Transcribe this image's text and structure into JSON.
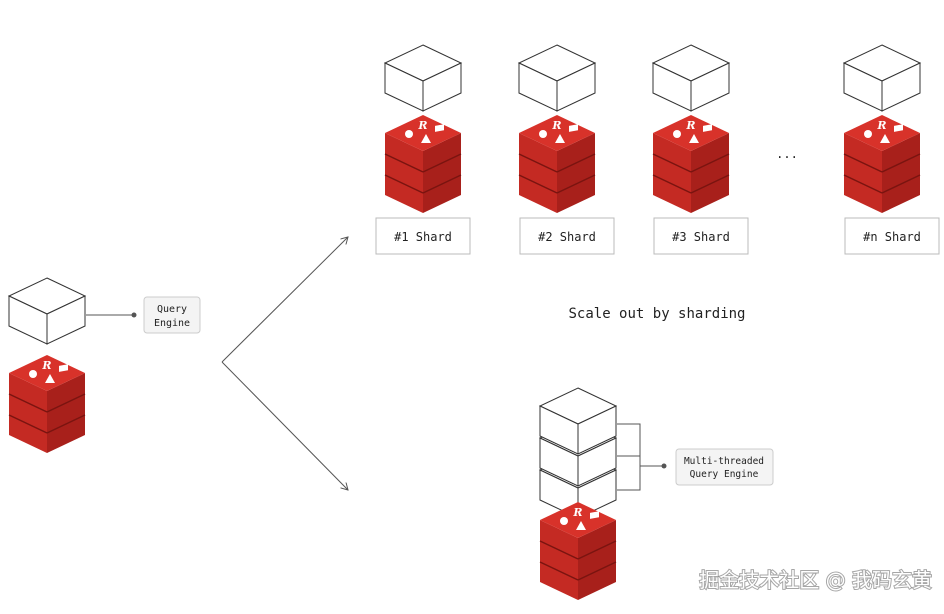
{
  "shards": [
    {
      "label": "#1 Shard"
    },
    {
      "label": "#2 Shard"
    },
    {
      "label": "#3 Shard"
    },
    {
      "label": "#n Shard"
    }
  ],
  "ellipsis": "...",
  "scale_out_caption": "Scale out by sharding",
  "single_node": {
    "query_engine_line1": "Query",
    "query_engine_line2": "Engine"
  },
  "scale_up": {
    "engine_line1": "Multi-threaded",
    "engine_line2": "Query Engine"
  },
  "watermark": "掘金技术社区 @ 我码玄黄",
  "colors": {
    "redis_red": "#d8322a",
    "redis_dark": "#b3221c",
    "redis_side": "#c42a23",
    "outline": "#333333"
  },
  "icons": [
    "redis-logo-icon"
  ]
}
